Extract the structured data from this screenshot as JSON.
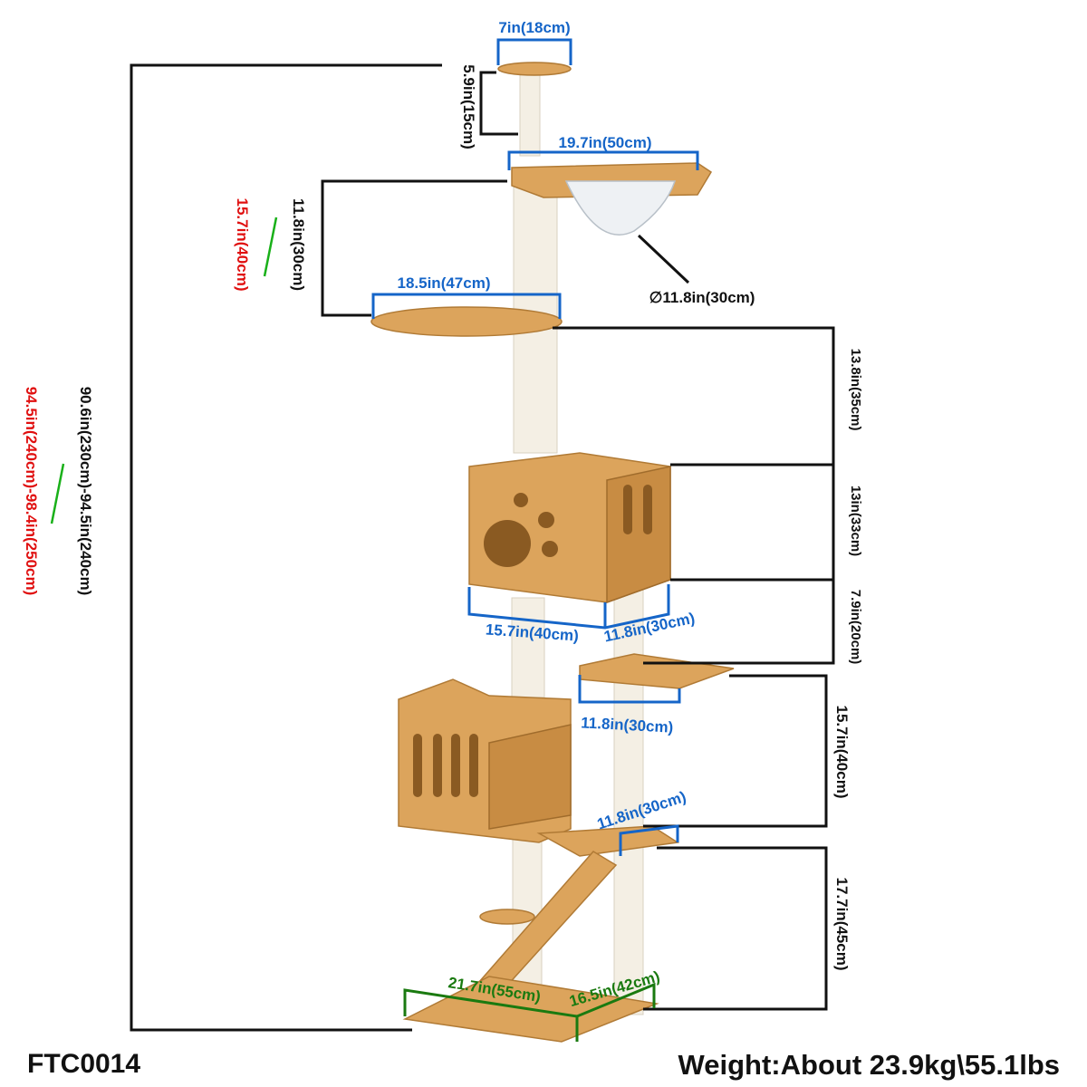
{
  "product_code": "FTC0014",
  "weight": "Weight:About 23.9kg\\55.1lbs",
  "total_height": {
    "standard": "90.6in(230cm)-94.5in(240cm)",
    "extended": "94.5in(240cm)-98.4in(250cm)"
  },
  "dimensions": {
    "top_platform_width": "7in(18cm)",
    "top_post_height": "5.9in(15cm)",
    "bowl_platform_width": "19.7in(50cm)",
    "bowl_diameter": "∅11.8in(30cm)",
    "upper_gap": "11.8in(30cm)",
    "upper_gap_extended": "15.7in(40cm)",
    "round_platform_width": "18.5in(47cm)",
    "gap_to_condo": "13.8in(35cm)",
    "condo_height": "13in(33cm)",
    "condo_to_platform": "7.9in(20cm)",
    "condo_width": "15.7in(40cm)",
    "condo_depth": "11.8in(30cm)",
    "square_platform_width": "11.8in(30cm)",
    "platform_gap": "15.7in(40cm)",
    "lower_platform_width": "11.8in(30cm)",
    "base_gap": "17.7in(45cm)",
    "base_width": "21.7in(55cm)",
    "base_depth": "16.5in(42cm)"
  },
  "colors": {
    "blue": "#1565c8",
    "red": "#e01010",
    "green": "#1a7a10",
    "wood": "#dca45c"
  }
}
